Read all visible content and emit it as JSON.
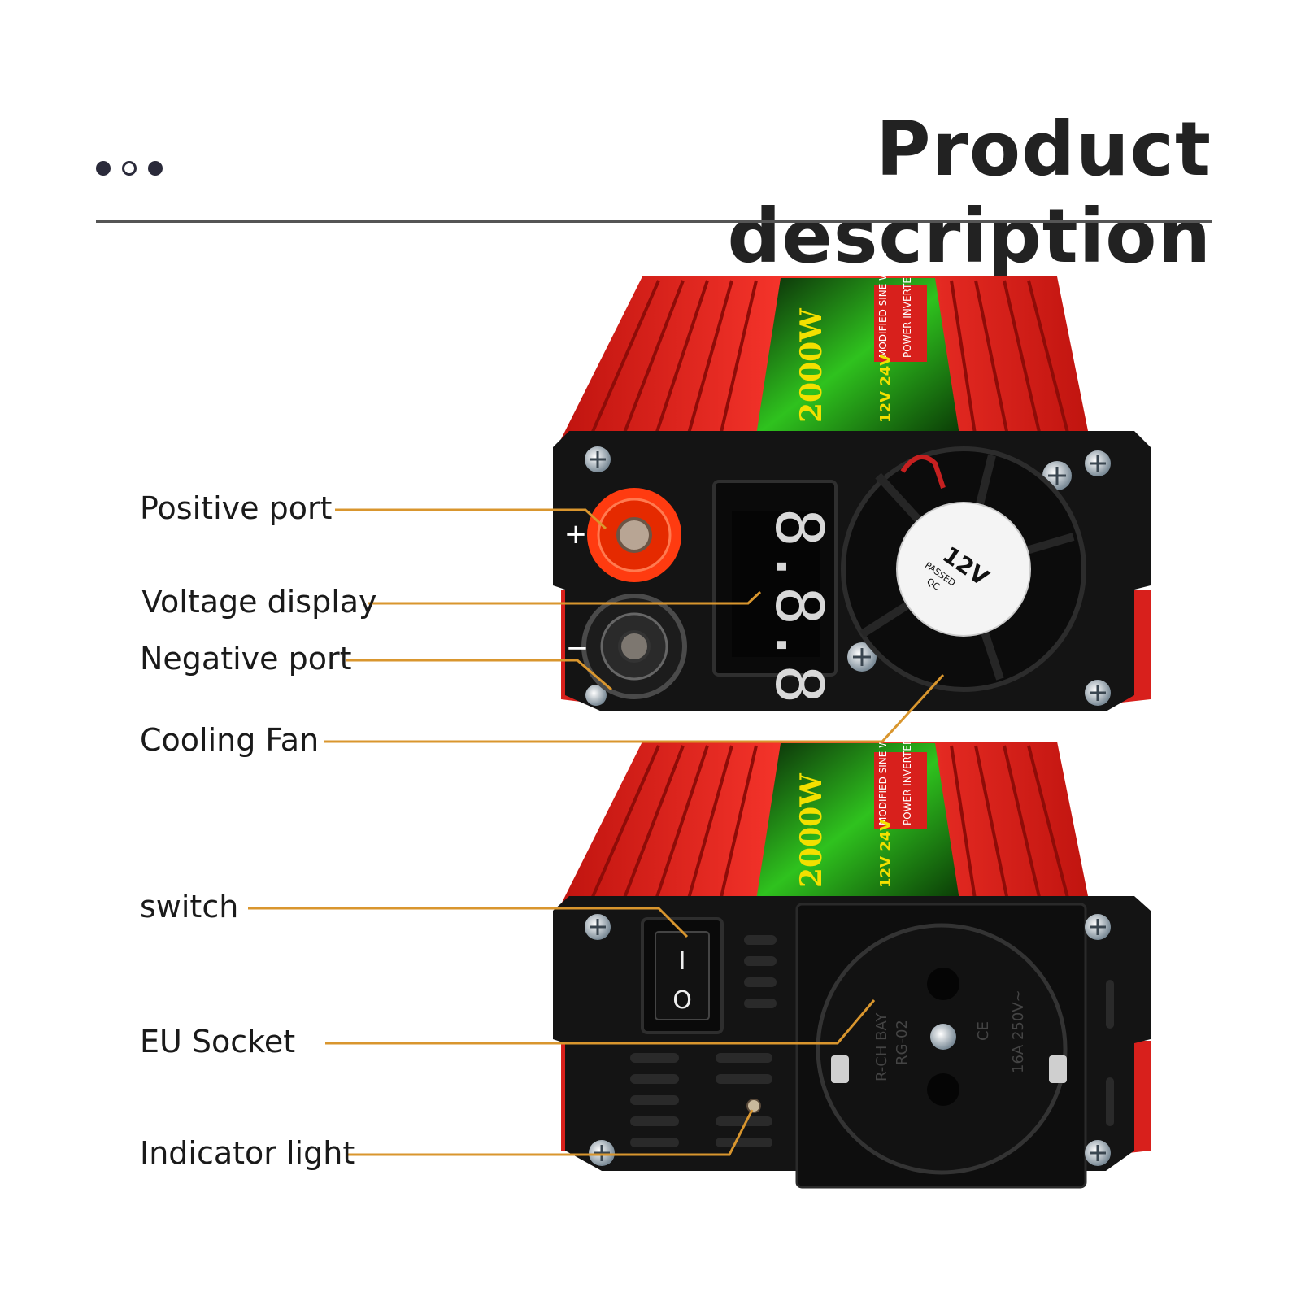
{
  "header": {
    "title": "Product description"
  },
  "labels": {
    "positive_port": "Positive port",
    "voltage_display": "Voltage display",
    "negative_port": "Negative port",
    "cooling_fan": "Cooling Fan",
    "switch": "switch",
    "eu_socket": "EU Socket",
    "indicator_light": "Indicator light"
  },
  "product": {
    "power_rating": "2000W",
    "panel_text_line1": "MODIFIED SINE WAVE",
    "panel_text_line2": "POWER INVERTER",
    "voltage_badges": "12V  24V",
    "display_digits": "8.8.8",
    "fan_sticker_voltage": "12V",
    "fan_sticker_line1": "PASSED",
    "fan_sticker_line2": "QC",
    "socket_text_1": "R-CH BAY",
    "socket_text_2": "RG-02",
    "socket_text_3": "16A 250V~",
    "socket_mark": "CE",
    "plus_sign": "+",
    "minus_sign": "−",
    "switch_on": "I",
    "switch_off": "O"
  },
  "colors": {
    "body_red": "#d8201c",
    "leader_line": "#d9962e",
    "panel_green": "#3fdc2a",
    "panel_yellow": "#f3e000"
  }
}
